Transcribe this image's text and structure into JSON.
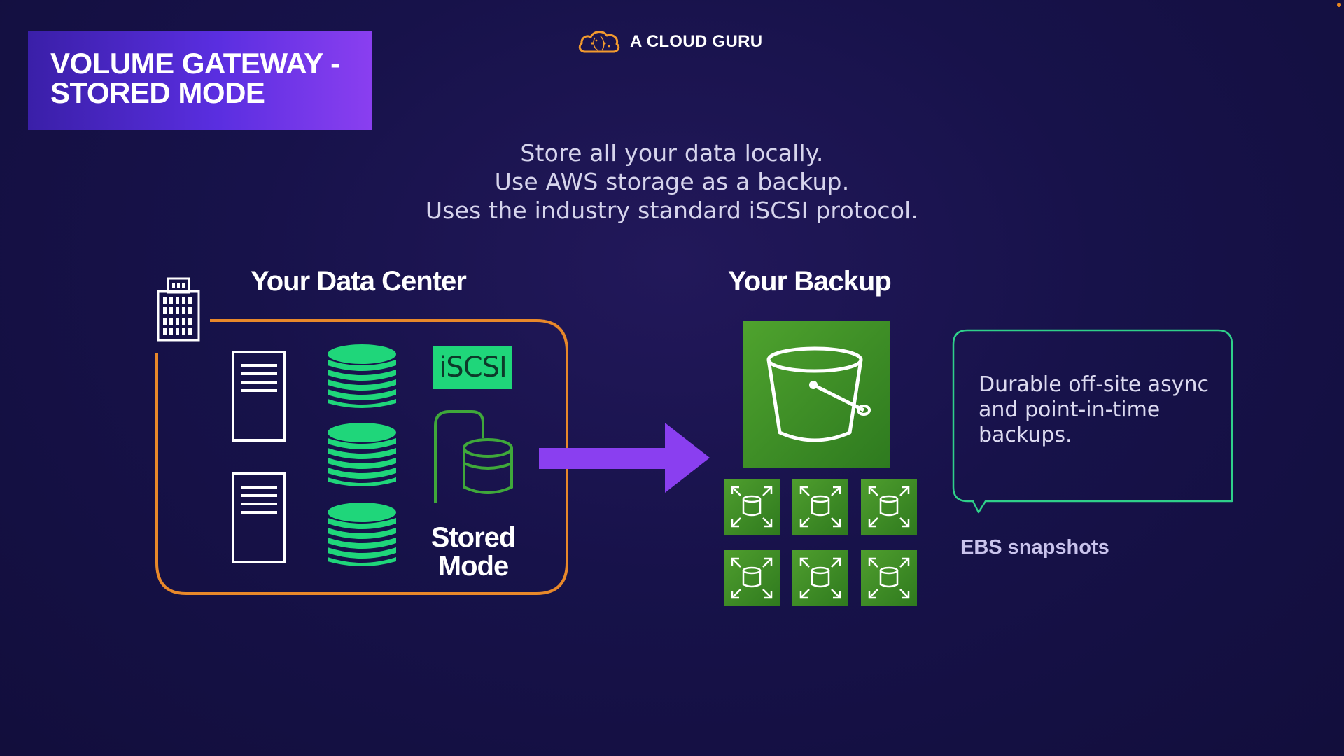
{
  "slide": {
    "title_lines": [
      "VOLUME GATEWAY -",
      "STORED MODE"
    ],
    "brand": {
      "text": "A CLOUD GURU",
      "icon": "cloud-logo-icon",
      "color": "#f29a2e"
    },
    "tagline_lines": [
      "Store all your data locally.",
      "Use AWS storage as a backup.",
      "Uses the industry standard iSCSI protocol."
    ]
  },
  "data_center": {
    "heading": "Your Data Center",
    "building_icon": "office-building-icon",
    "border_color": "#e8882a",
    "servers": [
      "server-icon",
      "server-icon"
    ],
    "disk_stacks": [
      "disk-stack-icon",
      "disk-stack-icon",
      "disk-stack-icon"
    ],
    "protocol_badge": "iSCSI",
    "badge_color": "#1fd67a",
    "volume_icon": "stored-volume-icon",
    "mode_label_lines": [
      "Stored",
      "Mode"
    ]
  },
  "transfer_arrow": {
    "icon": "arrow-right-icon",
    "color": "#8a3ff0"
  },
  "backup": {
    "heading": "Your Backup",
    "bucket_icon": "s3-bucket-icon",
    "snapshot_icon": "ebs-snapshot-icon",
    "snapshot_count": 6,
    "snapshot_label": "EBS snapshots",
    "callout_text_lines": [
      "Durable off-site async",
      "and point-in-time",
      "backups."
    ],
    "callout_border_color": "#2fd08a"
  }
}
